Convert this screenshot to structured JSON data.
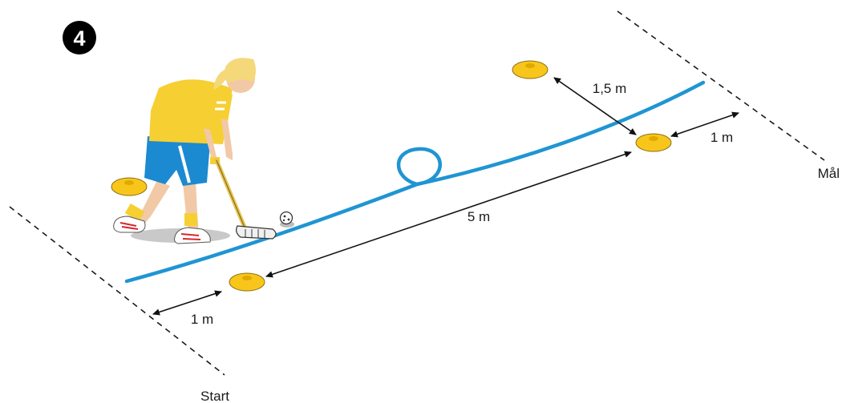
{
  "step_number": "4",
  "labels": {
    "start": "Start",
    "goal": "Mål",
    "gap_start": "1 m",
    "gap_goal": "1 m",
    "run_length": "5 m",
    "offset": "1,5 m"
  },
  "colors": {
    "path": "#1f95d3",
    "cone": "#f8c61b",
    "cone_outline": "#8a6f12",
    "jersey": "#f6cf32",
    "shorts": "#1c8ad0",
    "hair": "#f5d87a",
    "skin": "#f2c9a6",
    "shoe_stripe": "#d9262b",
    "dash_line": "#1a1a1a"
  }
}
